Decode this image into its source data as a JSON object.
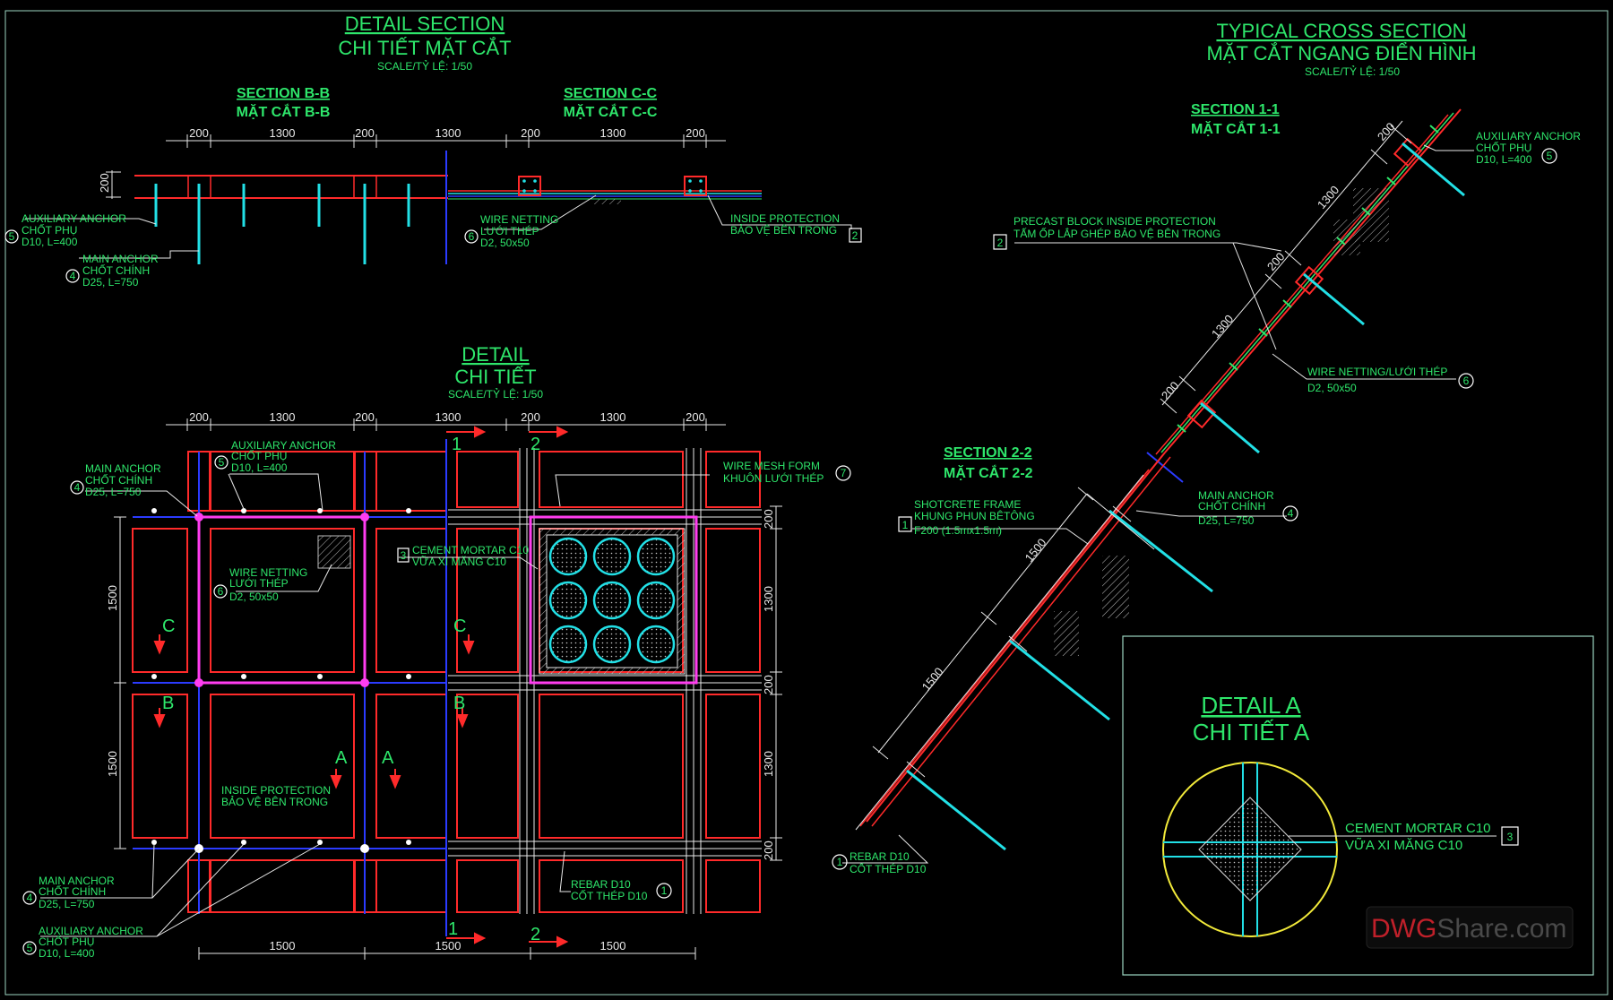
{
  "detail_section": {
    "title": "DETAIL SECTION",
    "subtitle": "CHI TIẾT MẶT CẮT",
    "scale": "SCALE/TỶ LỆ: 1/50",
    "section_bb": {
      "title": "SECTION B-B",
      "subtitle": "MẶT CẮT B-B"
    },
    "section_cc": {
      "title": "SECTION C-C",
      "subtitle": "MẶT CẮT C-C"
    },
    "dims": [
      "200",
      "1300",
      "200",
      "1300",
      "200",
      "1300",
      "200"
    ],
    "dim_v": "200",
    "labels": {
      "aux_anchor": [
        "AUXILIARY ANCHOR",
        "CHỐT PHỤ",
        "D10, L=400"
      ],
      "aux_anchor_num": "5",
      "main_anchor": [
        "MAIN ANCHOR",
        "CHỐT CHÍNH",
        "D25, L=750"
      ],
      "main_anchor_num": "4",
      "wire_netting": [
        "WIRE NETTING",
        "LƯỚI THÉP",
        "D2, 50x50"
      ],
      "wire_netting_num": "6",
      "inside_protection": [
        "INSIDE PROTECTION",
        "BẢO VỆ BÊN TRONG"
      ],
      "inside_protection_num": "2"
    }
  },
  "detail": {
    "title": "DETAIL",
    "subtitle": "CHI TIẾT",
    "scale": "SCALE/TỶ LỆ: 1/50",
    "dims_top": [
      "200",
      "1300",
      "200",
      "1300",
      "200",
      "1300",
      "200"
    ],
    "dims_bottom": [
      "1500",
      "1500",
      "1500"
    ],
    "dims_left": [
      "1500",
      "1500"
    ],
    "dims_right": [
      "200",
      "1300",
      "200",
      "1300",
      "200"
    ],
    "markers": {
      "s1": "1",
      "s2": "2",
      "sc": "C",
      "sb": "B",
      "sa": "A"
    },
    "labels": {
      "main_anchor": [
        "MAIN ANCHOR",
        "CHỐT CHÍNH",
        "D25, L=750"
      ],
      "main_anchor_num": "4",
      "aux_anchor": [
        "AUXILIARY ANCHOR",
        "CHỐT PHỤ",
        "D10, L=400"
      ],
      "aux_anchor_num": "5",
      "wire_netting": [
        "WIRE NETTING",
        "LƯỚI THÉP",
        "D2, 50x50"
      ],
      "wire_netting_num": "6",
      "cement_mortar": [
        "CEMENT MORTAR C10",
        "VỮA XI MĂNG C10"
      ],
      "cement_mortar_num": "3",
      "wire_mesh_form": [
        "WIRE MESH FORM",
        "KHUÔN LƯỚI THÉP"
      ],
      "wire_mesh_form_num": "7",
      "inside_protection": [
        "INSIDE PROTECTION",
        "BẢO VỆ BÊN TRONG"
      ],
      "rebar": [
        "REBAR D10",
        "CỐT THÉP D10"
      ],
      "rebar_num": "1"
    }
  },
  "typical_cross_section": {
    "title": "TYPICAL CROSS SECTION",
    "subtitle": "MẶT CẮT NGANG ĐIỂN HÌNH",
    "scale": "SCALE/TỶ LỆ: 1/50",
    "section_11": {
      "title": "SECTION 1-1",
      "subtitle": "MẶT CẮT 1-1"
    },
    "section_22": {
      "title": "SECTION 2-2",
      "subtitle": "MẶT CẮT 2-2"
    },
    "dims_11": [
      "200",
      "1300",
      "200",
      "1300",
      "200"
    ],
    "dims_22": [
      "1500",
      "1500"
    ],
    "labels": {
      "aux_anchor": [
        "AUXILIARY ANCHOR",
        "CHỐT PHỤ",
        "D10, L=400"
      ],
      "aux_anchor_num": "5",
      "precast": [
        "PRECAST BLOCK INSIDE PROTECTION",
        "TẤM ỐP LẮP GHÉP BẢO VỆ BÊN TRONG"
      ],
      "precast_num": "2",
      "wire_netting": [
        "WIRE NETTING/LƯỚI THÉP",
        "D2, 50x50"
      ],
      "wire_netting_num": "6",
      "shotcrete": [
        "SHOTCRETE FRAME",
        "KHUNG PHUN BÊTÔNG",
        "F200 (1.5mx1.5m)"
      ],
      "shotcrete_num": "1",
      "main_anchor": [
        "MAIN ANCHOR",
        "CHỐT CHÍNH",
        "D25, L=750"
      ],
      "main_anchor_num": "4",
      "rebar": [
        "REBAR D10",
        "CỐT THÉP D10"
      ],
      "rebar_num": "1"
    }
  },
  "detail_a": {
    "title": "DETAIL A",
    "subtitle": "CHI TIẾT A",
    "label": [
      "CEMENT MORTAR C10",
      "VỮA XI MĂNG C10"
    ],
    "label_num": "3"
  },
  "watermark": {
    "part1": "DWG",
    "part2": "Share.com"
  },
  "colors": {
    "text": "#2ee66b",
    "red": "#ff2a2a",
    "cyan": "#22e0e6",
    "blue": "#2b3bff",
    "magenta": "#ff3df0",
    "yellow": "#f2ea3a",
    "white": "#ffffff",
    "frame": "#9bd5c0"
  }
}
